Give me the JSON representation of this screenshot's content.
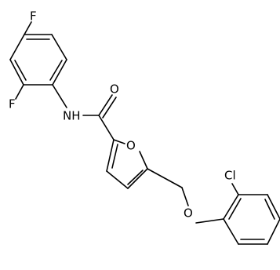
{
  "molecule": {
    "atom_labels": {
      "f_top": "F",
      "f_left": "F",
      "nh": "NH",
      "o_carbonyl": "O",
      "o_furan": "O",
      "o_ether": "O",
      "cl": "Cl"
    }
  },
  "colors": {
    "bond": "#000000",
    "label": "#000000",
    "background": "#ffffff"
  }
}
